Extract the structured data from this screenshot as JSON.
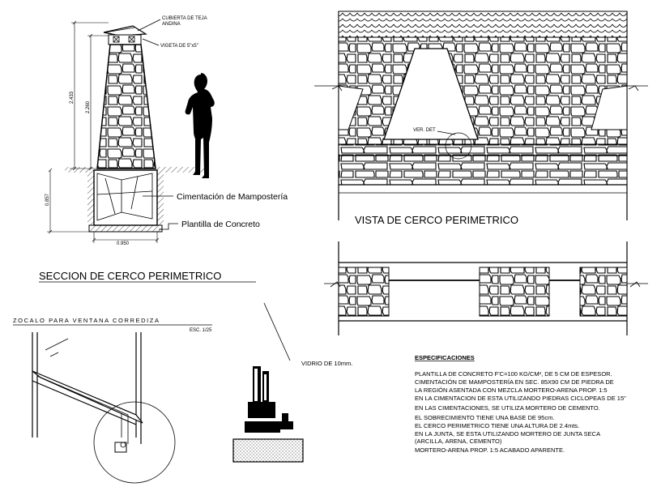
{
  "section": {
    "title": "SECCION DE CERCO PERIMETRICO",
    "callout_roof": [
      "CUBIERTA DE TEJA",
      "ANDINA"
    ],
    "callout_vigeta": "VIGETA DE 5\"x5\"",
    "label_cimentacion": "Cimentación de Mampostería",
    "label_plantilla": "Plantilla de Concreto",
    "dim_total": "2.433",
    "dim_wall": "2.260",
    "dim_found": "0.857",
    "dim_width": "0.950"
  },
  "elevation": {
    "title": "VISTA DE CERCO PERIMETRICO",
    "detail_label": "VER. DET"
  },
  "zocalo": {
    "title": "ZOCALO PARA VENTANA CORREDIZA",
    "scale": "ESC. 1/25",
    "glass_label": "VIDRIO DE 10mm."
  },
  "specs": {
    "heading": "ESPECIFICACIONES",
    "lines": [
      "PLANTILLA DE CONCRETO F'C=100 KG/CM², DE 5 CM DE ESPESOR.",
      "CIMENTACIÓN DE MAMPOSTERÍA EN SEC. 85X90 CM DE PIEDRA DE",
      "LA REGIÓN ASENTADA CON MEZCLA MORTERO-ARENA PROP. 1:5",
      "EN LA CIMENTACION DE ESTA UTILIZANDO PIEDRAS CICLOPEAS DE 15\"",
      "EN LAS CIMENTACIONES, SE UTILIZA MORTERO DE CEMENTO.",
      "EL SOBRECIMIENTO TIENE UNA BASE DE 95cm.",
      "EL CERCO PERIMETRICO TIENE UNA ALTURA DE 2.4mts.",
      "EN LA JUNTA, SE ESTA UTILIZANDO MORTERO DE JUNTA SECA",
      "(ARCILLA, ARENA, CEMENTO)",
      "MORTERO-ARENA PROP. 1:5 ACABADO APARENTE."
    ]
  }
}
